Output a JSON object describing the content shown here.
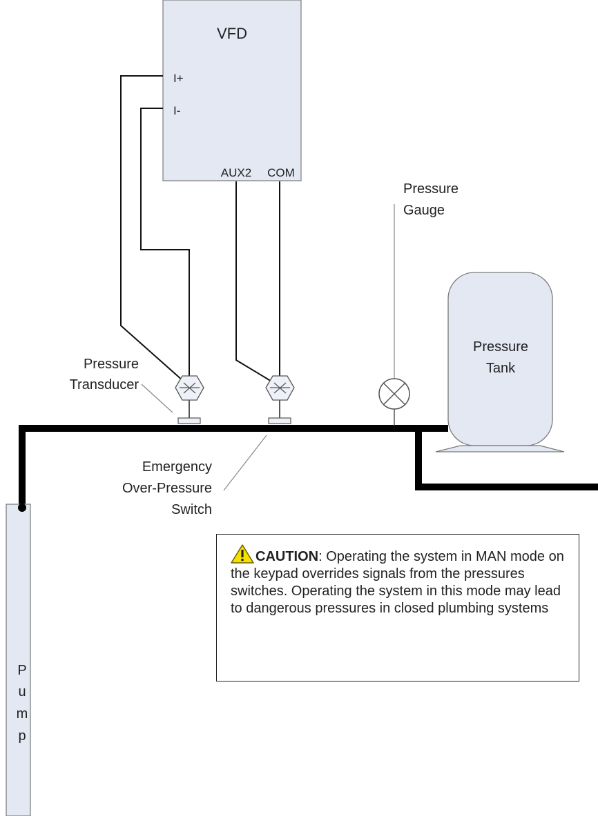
{
  "vfd": {
    "title": "VFD",
    "terminal_iplus": "I+",
    "terminal_iminus": "I-",
    "terminal_aux2": "AUX2",
    "terminal_com": "COM"
  },
  "labels": {
    "pressure_gauge": [
      "Pressure",
      "Gauge"
    ],
    "pressure_tank": [
      "Pressure",
      "Tank"
    ],
    "pressure_transducer": [
      "Pressure",
      "Transducer"
    ],
    "emergency_switch": [
      "Emergency",
      "Over-Pressure",
      "Switch"
    ],
    "pump": [
      "P",
      "u",
      "m",
      "p"
    ]
  },
  "caution": {
    "heading": "CAUTION",
    "text": ": Operating the system in MAN mode on the keypad overrides signals from the pressures switches. Operating the system in this mode may lead to dangerous pressures in closed plumbing systems"
  },
  "colors": {
    "vfd_fill": "#e3e8f3",
    "tank_fill": "#e3e8f3",
    "pump_fill": "#e3e8f3",
    "pipe": "#000000",
    "warning_yellow": "#f5e000"
  }
}
